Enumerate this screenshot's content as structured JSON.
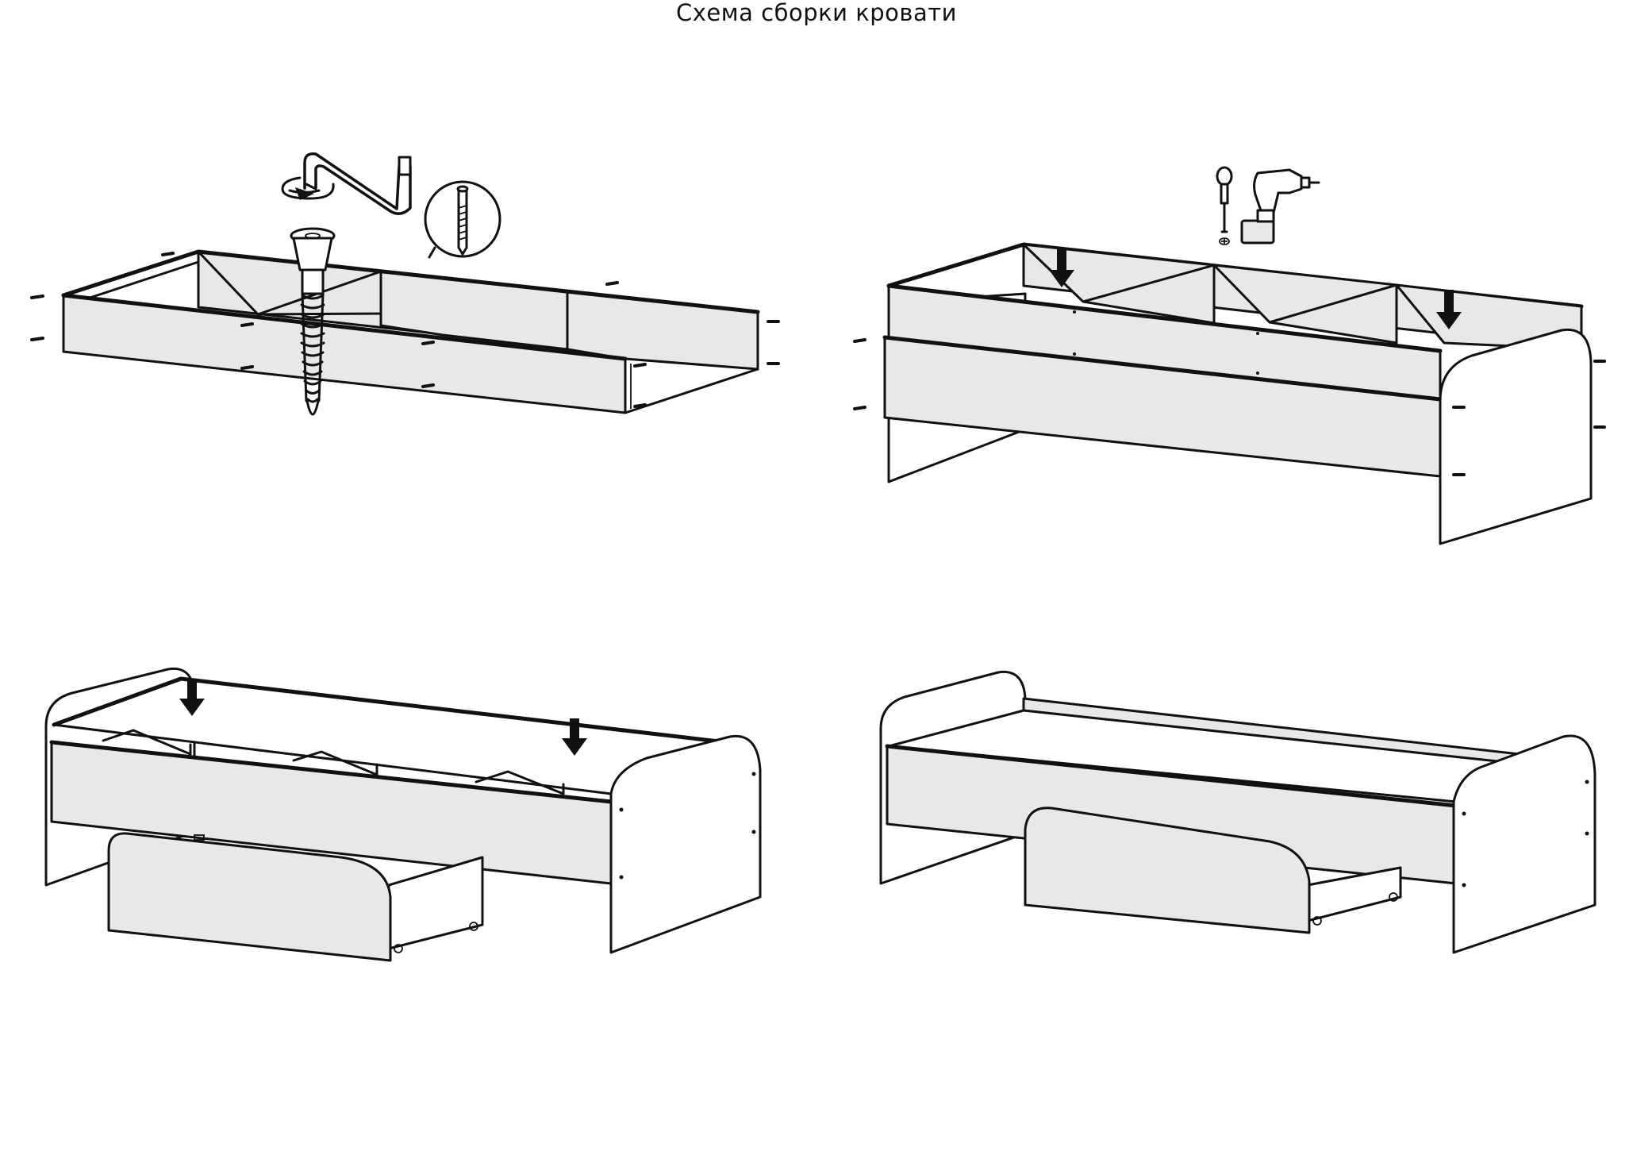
{
  "diagram": {
    "title": "Схема сборки кровати",
    "steps": [
      {
        "name": "frame-with-screws"
      },
      {
        "name": "side-panels-attach"
      },
      {
        "name": "slat-base-and-drawer"
      },
      {
        "name": "assembled-bed"
      }
    ],
    "tools": [
      "hex-key-icon",
      "confirmat-screw-icon",
      "screwdriver-icon",
      "drill-icon"
    ],
    "colors": {
      "line": "#111111",
      "panel_fill": "#e8e8e8",
      "background": "#ffffff"
    }
  }
}
